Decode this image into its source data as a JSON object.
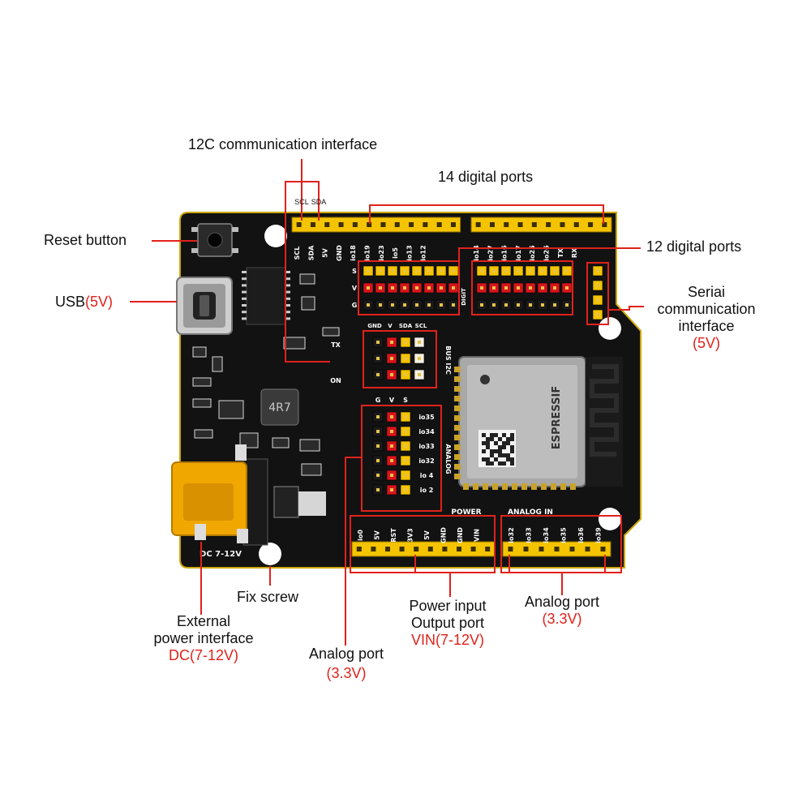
{
  "colors": {
    "board": "#111111",
    "board_edge": "#d9b400",
    "silk": "#ffffff",
    "header_yellow": "#f5c400",
    "pin_red": "#d8141c",
    "pin_black": "#1a1a1a",
    "pin_white": "#f4efe0",
    "callout_line": "#e0221b",
    "dc_jack": "#f0a800"
  },
  "callouts": {
    "i2c": "12C communication interface",
    "digital14": "14 digital ports",
    "digital12": "12 digital ports",
    "reset": "Reset button",
    "usb_main": "USB",
    "usb_volt": "(5V)",
    "serial_l1": "Seriai",
    "serial_l2": "communication",
    "serial_l3": "interface",
    "serial_volt": "(5V)",
    "fix": "Fix screw",
    "ext_l1": "External",
    "ext_l2": "power interface",
    "ext_volt": "DC(7-12V)",
    "analog_left_l1": "Analog port",
    "analog_left_volt": "(3.3V)",
    "power_l1": "Power input",
    "power_l2": "Output port",
    "power_volt": "VIN(7-12V)",
    "analog_right_l1": "Analog port",
    "analog_right_volt": "(3.3V)"
  },
  "silk": {
    "scl": "SCL",
    "sda": "SDA",
    "top_left_pins": [
      "SCL",
      "SDA",
      "5V",
      "GND",
      "io18",
      "io19",
      "io23",
      "io5",
      "io13",
      "io12"
    ],
    "top_right_pins": [
      "io14",
      "io27",
      "io16",
      "io17",
      "io25",
      "io26",
      "TX",
      "RX"
    ],
    "svg_rows": [
      "S",
      "V",
      "G"
    ],
    "digit": "DIGIT",
    "bus_i2c_cols": [
      "GND",
      "V",
      "SDA",
      "SCL"
    ],
    "bus_i2c": "BUS I2C",
    "gvs": [
      "G",
      "V",
      "S"
    ],
    "analog_rows": [
      "io35",
      "io34",
      "io33",
      "io32",
      "io 4",
      "io 2"
    ],
    "analog": "ANALOG",
    "tx": "TX",
    "on": "ON",
    "power": "POWER",
    "analog_in": "ANALOG IN",
    "bottom_left_pins": [
      "io0",
      "5V",
      "RST",
      "3V3",
      "5V",
      "GND",
      "GND",
      "VIN"
    ],
    "bottom_right_pins": [
      "io32",
      "io33",
      "io34",
      "io35",
      "io36",
      "io39"
    ],
    "dc": "DC 7-12V",
    "inductor": "4R7",
    "espressif": "ESPRESSIF"
  }
}
